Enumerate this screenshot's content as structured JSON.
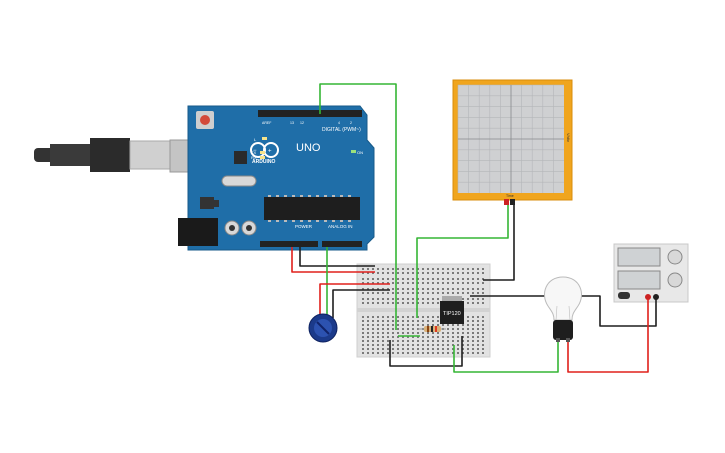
{
  "arduino": {
    "brand": "ARDUINO",
    "model": "UNO",
    "digital_header_label": "DIGITAL (PWM~)",
    "power_header_label": "POWER",
    "analog_header_label": "ANALOG IN",
    "led_labels": [
      "L",
      "TX",
      "RX"
    ],
    "on_label": "ON",
    "board_color": "#1f6ea8"
  },
  "transistor": {
    "label": "TIP120"
  },
  "oscilloscope": {
    "side_label": "V/div",
    "bottom_label": "Time"
  },
  "power_supply": {
    "body_color": "#e8e8e8"
  },
  "colors": {
    "wire_green": "#35b535",
    "wire_red": "#e0201c",
    "wire_black": "#1e1e1e",
    "scope_frame": "#f0a51e"
  }
}
